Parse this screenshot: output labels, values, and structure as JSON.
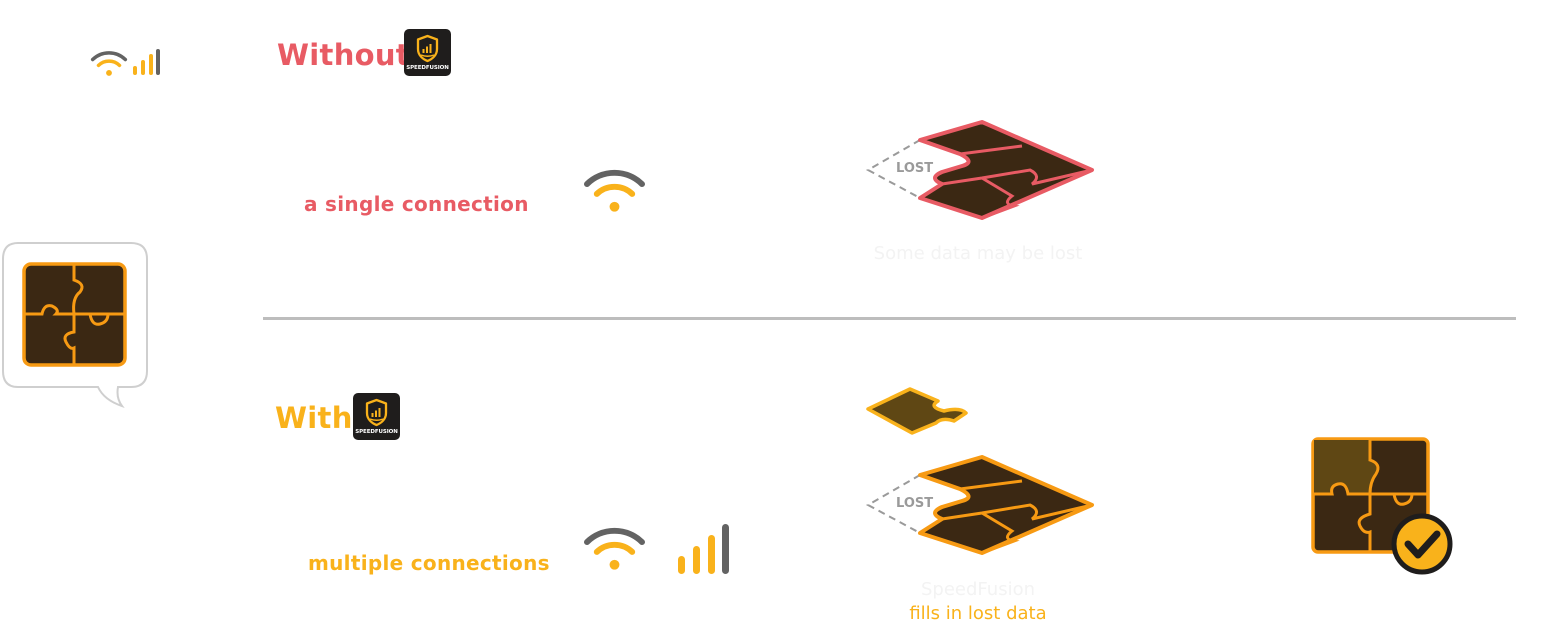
{
  "colors": {
    "without": "#e85b64",
    "with": "#f9b21b",
    "piece_dark": "#3b2813",
    "piece_outline_orange": "#f79a13",
    "piece_outline_red": "#e85b64",
    "wifi_grey": "#636363",
    "divider": "#bdbdbd"
  },
  "legend": {
    "icons": [
      "wifi-icon",
      "cellular-signal-icon"
    ]
  },
  "without_section": {
    "heading": "Without",
    "badge_text": "SPEEDFUSION",
    "caption": "a single connection",
    "lost_label": "LOST",
    "note": "Some data may be lost"
  },
  "with_section": {
    "heading": "With",
    "badge_text": "SPEEDFUSION",
    "caption": "multiple connections",
    "lost_label": "LOST",
    "note_line1": "SpeedFusion",
    "note_line2": "fills in lost data"
  }
}
